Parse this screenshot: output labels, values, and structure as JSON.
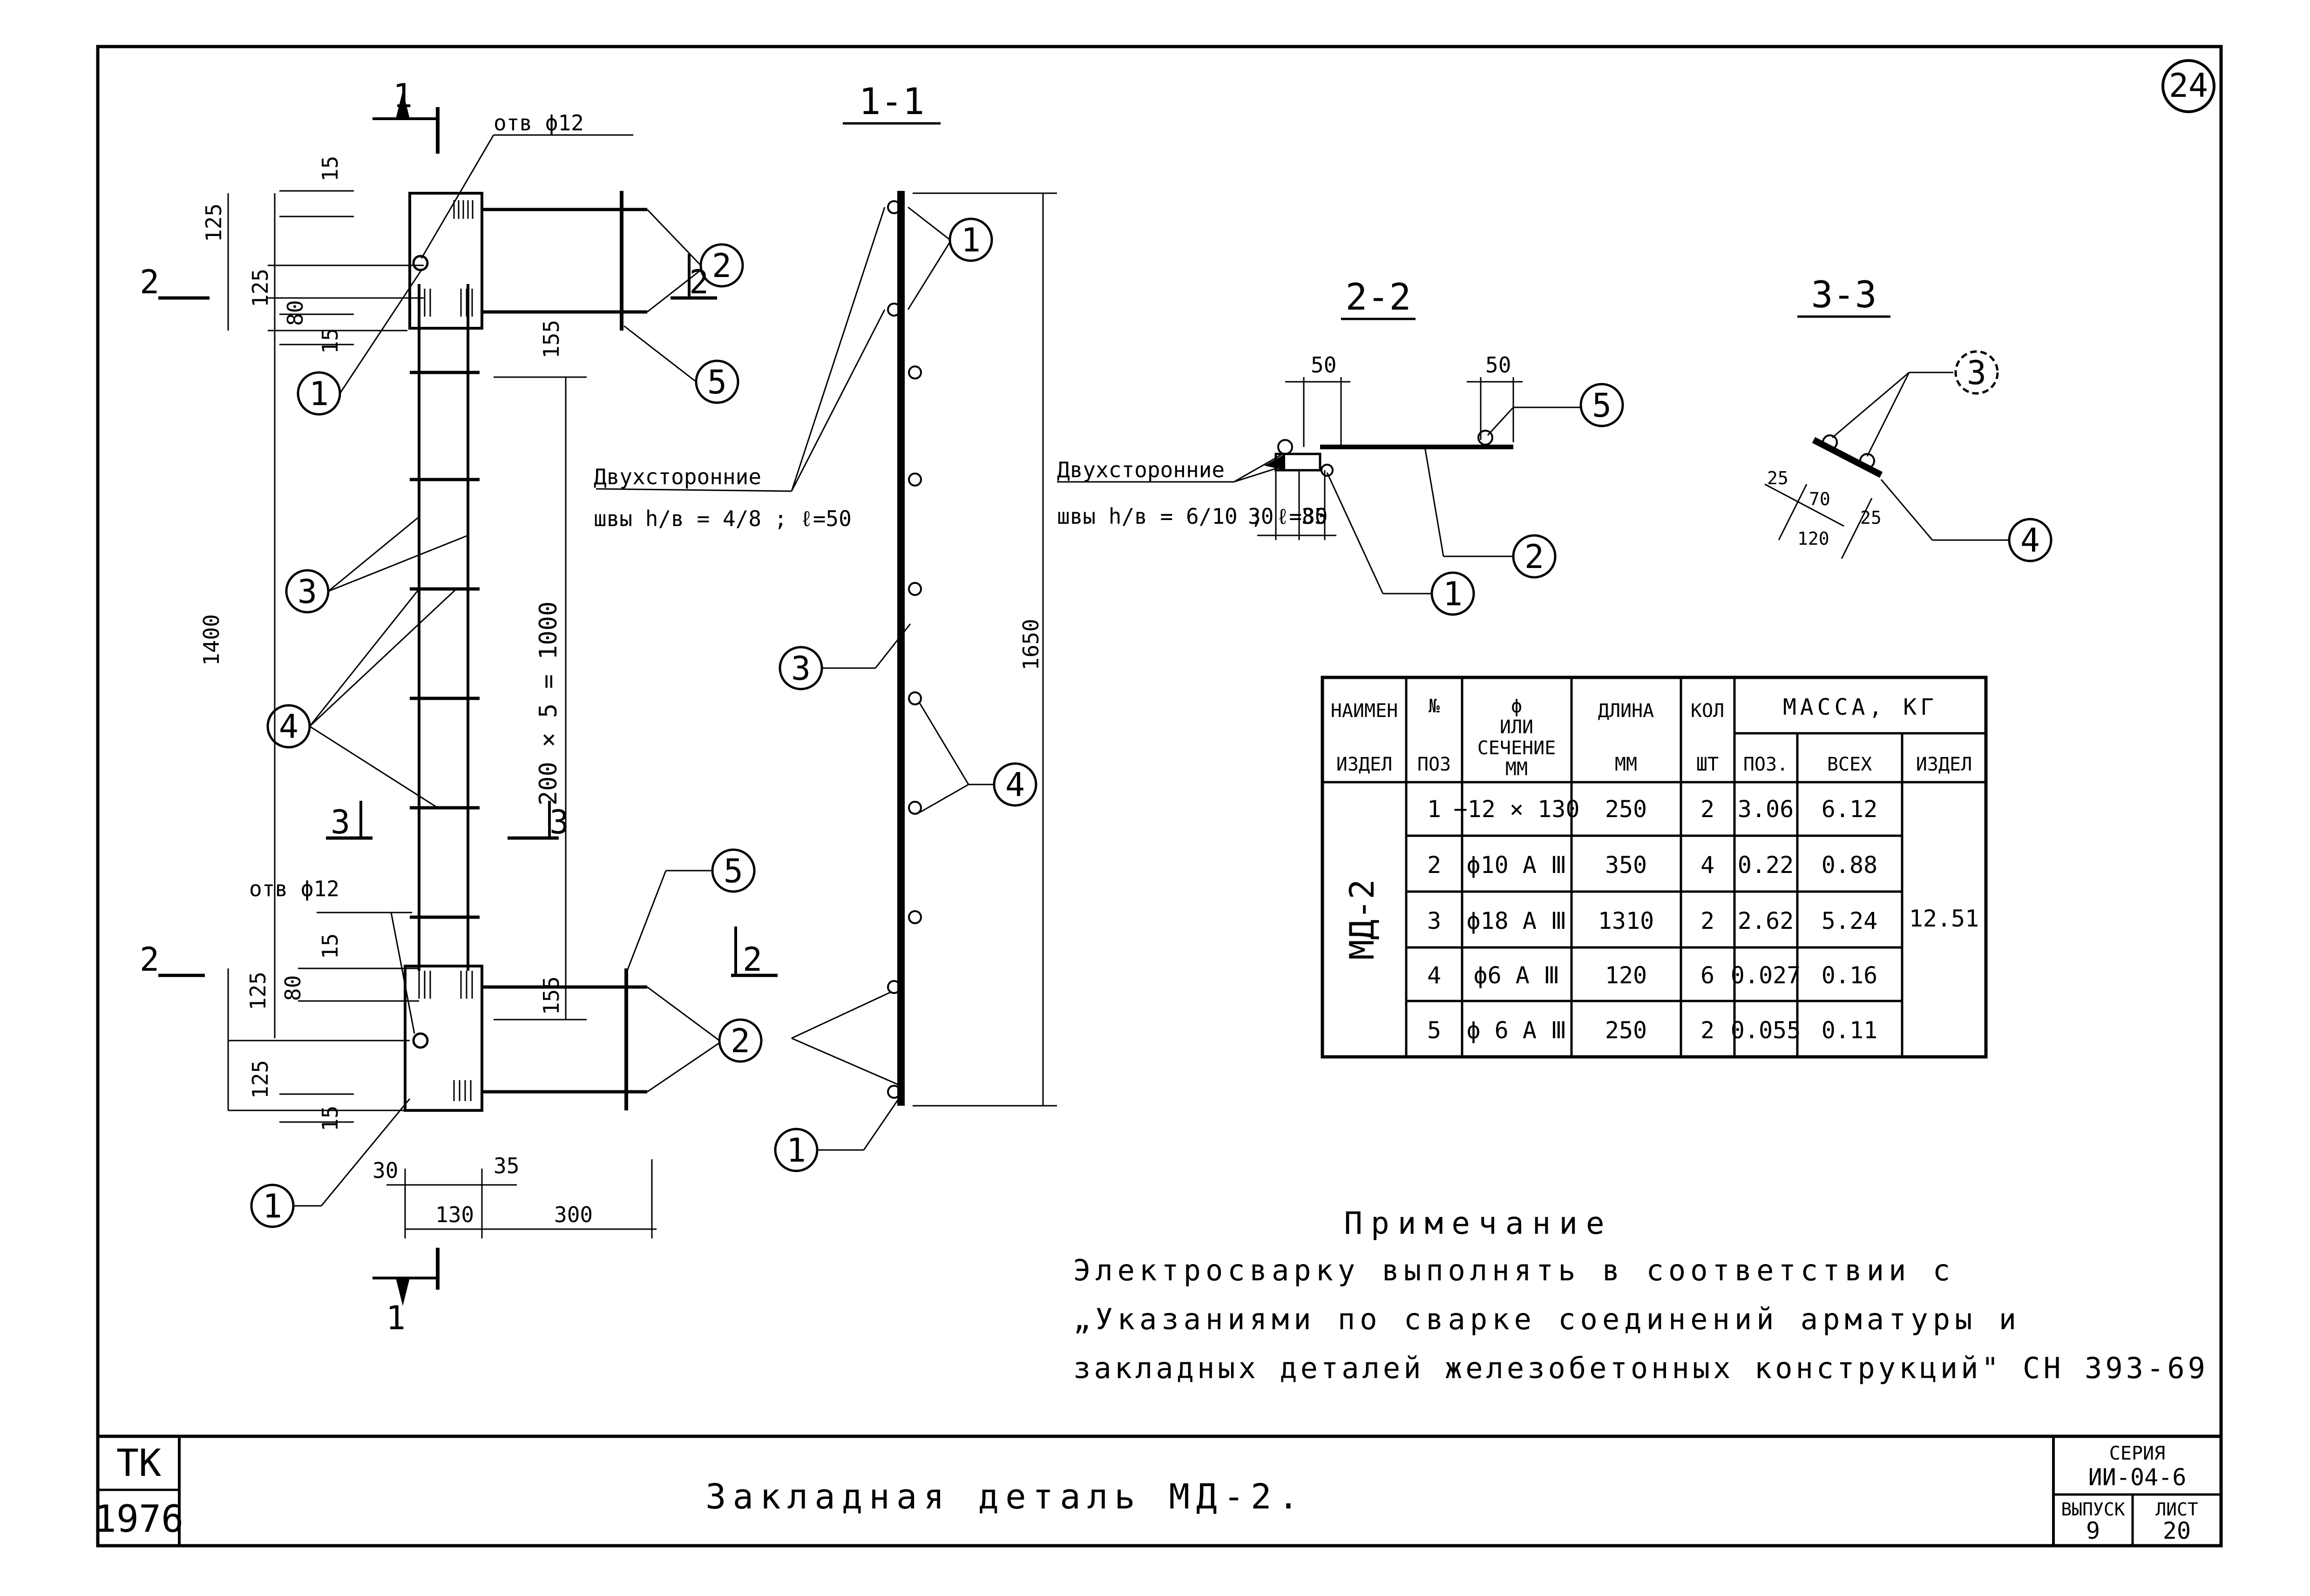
{
  "sheet": {
    "page_number": "24",
    "stamp_left_top": "ТК",
    "stamp_left_bottom": "1976",
    "title": "Закладная   деталь   МД-2.",
    "series_label": "СЕРИЯ",
    "series_value": "ИИ-04-6",
    "issue_label": "ВЫПУСК",
    "issue_value": "9",
    "sheet_label": "ЛИСТ",
    "sheet_value": "20"
  },
  "plan": {
    "section_1_top": "1",
    "section_1_bottom": "1",
    "section_2_top_left": "2",
    "section_2_top_right": "2",
    "section_2_bottom_left": "2",
    "section_2_bottom_right": "2",
    "section_3_left": "3",
    "section_3_right": "3",
    "hole_top": "отв ϕ12",
    "hole_bottom": "отв ϕ12",
    "dims": {
      "d15a": "15",
      "d125a": "125",
      "d125b": "125",
      "d80a": "80",
      "d15b": "15",
      "d155a": "155",
      "d1400": "1400",
      "d2005": "200 × 5  =  1000",
      "d155b": "155",
      "d15c": "15",
      "d125c": "125",
      "d80b": "80",
      "d125d": "125",
      "d15d": "15",
      "d30": "30",
      "d35": "35",
      "d130": "130",
      "d300": "300"
    },
    "callouts": [
      "1",
      "2",
      "5",
      "3",
      "4",
      "5",
      "2",
      "1"
    ]
  },
  "section11": {
    "title": "1-1",
    "weld_title": "Двухсторонние",
    "weld_spec": "швы h/в = 4/8 ; ℓ=50",
    "dim_1650": "1650",
    "callouts": [
      "1",
      "3",
      "4",
      "1"
    ]
  },
  "section22": {
    "title": "2-2",
    "weld_title": "Двухсторонние",
    "weld_spec": "швы h/в = 6/10 ; ℓ=80",
    "d50a": "50",
    "d50b": "50",
    "d30": "30",
    "d35": "35",
    "callouts": [
      "5",
      "2",
      "1"
    ]
  },
  "section33": {
    "title": "3-3",
    "d25a": "25",
    "d70": "70",
    "d25b": "25",
    "d120": "120",
    "callouts": [
      "3",
      "4"
    ]
  },
  "table": {
    "headers": {
      "name1": "НАИМЕН",
      "name2": "ИЗДЕЛ",
      "pos1": "№",
      "pos2": "ПОЗ",
      "sec1": "ϕ",
      "sec2": "ИЛИ",
      "sec3": "СЕЧЕНИЕ",
      "sec4": "ММ",
      "len1": "ДЛИНА",
      "len2": "ММ",
      "qty1": "КОЛ",
      "qty2": "ШТ",
      "mass": "МАССА, КГ",
      "mpos": "ПОЗ.",
      "mall": "ВСЕХ",
      "mprod": "ИЗДЕЛ"
    },
    "product": "МД-2",
    "total": "12.51",
    "rows": [
      {
        "pos": "1",
        "sec": "−12 × 130",
        "len": "250",
        "qty": "2",
        "mpos": "3.06",
        "mall": "6.12"
      },
      {
        "pos": "2",
        "sec": "ϕ10 А Ⅲ",
        "len": "350",
        "qty": "4",
        "mpos": "0.22",
        "mall": "0.88"
      },
      {
        "pos": "3",
        "sec": "ϕ18 А Ⅲ",
        "len": "1310",
        "qty": "2",
        "mpos": "2.62",
        "mall": "5.24"
      },
      {
        "pos": "4",
        "sec": "ϕ6 А Ⅲ",
        "len": "120",
        "qty": "6",
        "mpos": "0.027",
        "mall": "0.16"
      },
      {
        "pos": "5",
        "sec": "ϕ 6 А Ⅲ",
        "len": "250",
        "qty": "2",
        "mpos": "0.055",
        "mall": "0.11"
      }
    ]
  },
  "note": {
    "title": "Примечание",
    "line1": "Электросварку выполнять в соответствии с",
    "line2": "„Указаниями по сварке соединений арматуры и",
    "line3": "закладных деталей железобетонных конструкций\" СН 393-69"
  }
}
